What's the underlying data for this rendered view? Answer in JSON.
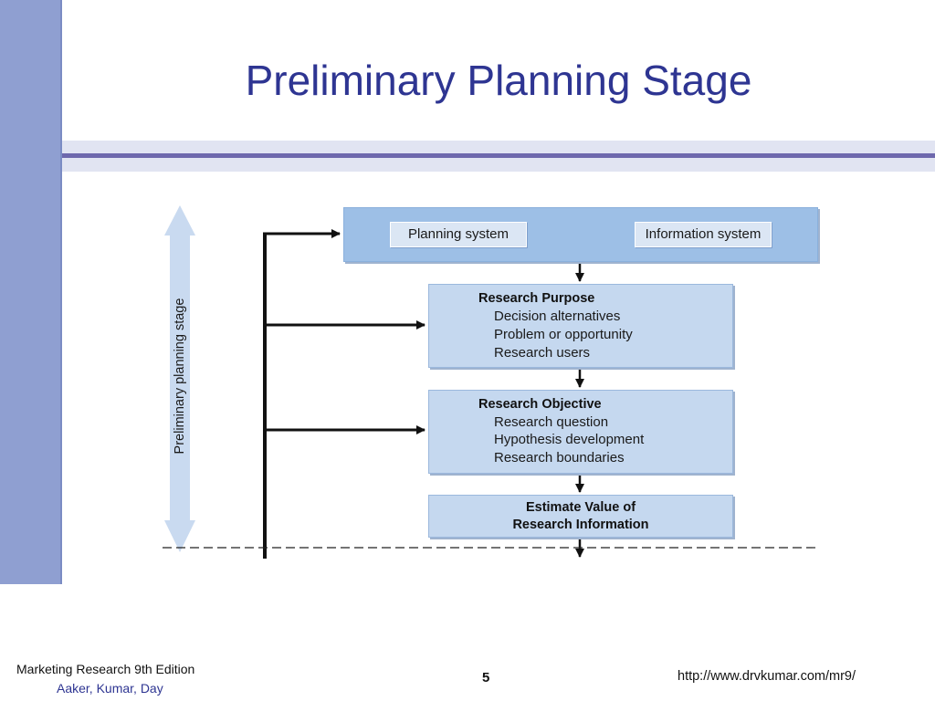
{
  "slide": {
    "title": "Preliminary Planning Stage",
    "page_number": "5",
    "footer": {
      "edition": "Marketing Research 9th Edition",
      "authors": "Aaker, Kumar, Day",
      "url": "http://www.drvkumar.com/mr9/"
    }
  },
  "diagram": {
    "side_label": "Preliminary planning stage",
    "top_box": {
      "left_pill": "Planning system",
      "right_pill": "Information system"
    },
    "research_purpose": {
      "heading": "Research Purpose",
      "items": [
        "Decision alternatives",
        "Problem or opportunity",
        "Research users"
      ]
    },
    "research_objective": {
      "heading": "Research Objective",
      "items": [
        "Research question",
        "Hypothesis development",
        "Research boundaries"
      ]
    },
    "estimate": {
      "line1": "Estimate Value of",
      "line2": "Research Information"
    }
  },
  "colors": {
    "title": "#2e3592",
    "left_bar": "#8f9fd1",
    "box_fill": "#c5d8ef",
    "top_box_fill": "#9dbfe6",
    "band_line": "#6e68ad"
  }
}
